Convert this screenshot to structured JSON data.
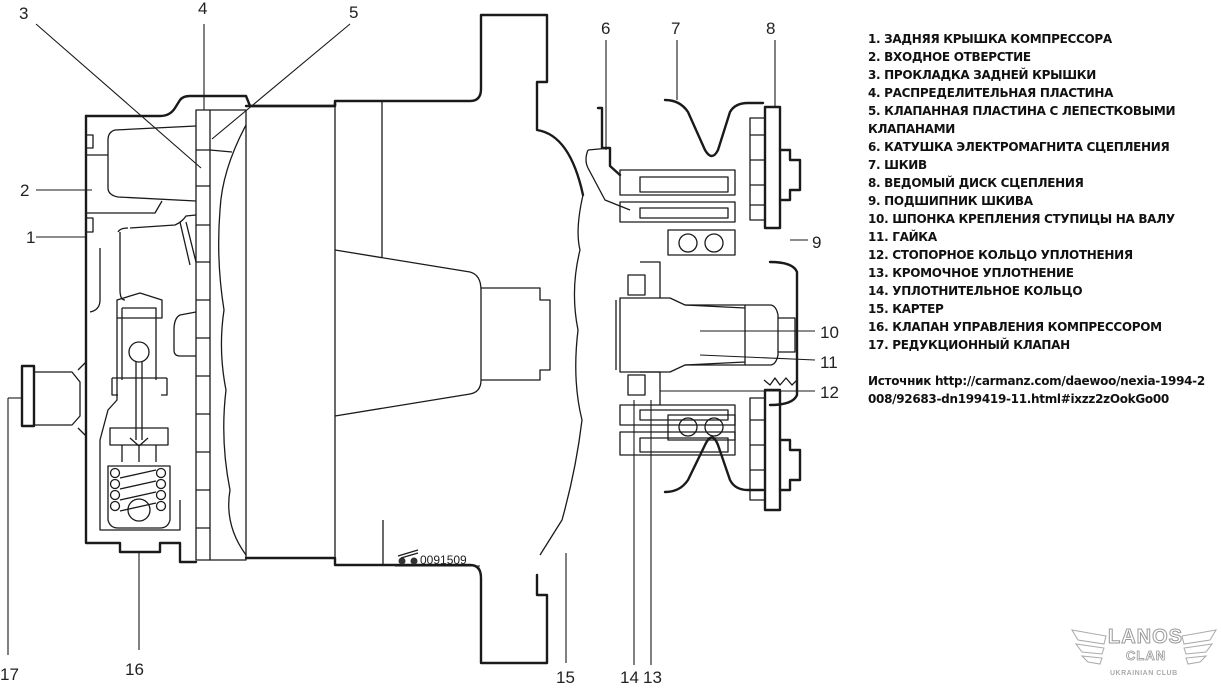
{
  "diagram": {
    "title": "Compressor cross-section",
    "callouts": [
      "1",
      "2",
      "3",
      "4",
      "5",
      "6",
      "7",
      "8",
      "9",
      "10",
      "11",
      "12",
      "13",
      "14",
      "15",
      "16",
      "17"
    ],
    "drawing_code": "0091509"
  },
  "legend": {
    "items": [
      "1. ЗАДНЯЯ КРЫШКА КОМПРЕССОРА",
      "2. ВХОДНОЕ ОТВЕРСТИЕ",
      "3. ПРОКЛАДКА ЗАДНЕЙ КРЫШКИ",
      "4. РАСПРЕДЕЛИТЕЛЬНАЯ ПЛАСТИНА",
      "5. КЛАПАННАЯ ПЛАСТИНА С ЛЕПЕСТКОВЫМИ КЛАПАНАМИ",
      "6. КАТУШКА ЭЛЕКТРОМАГНИТА СЦЕПЛЕНИЯ",
      "7. ШКИВ",
      "8. ВЕДОМЫЙ ДИСК СЦЕПЛЕНИЯ",
      "9. ПОДШИПНИК ШКИВА",
      "10. ШПОНКА КРЕПЛЕНИЯ СТУПИЦЫ НА ВАЛУ",
      "11. ГАЙКА",
      "12. СТОПОРНОЕ КОЛЬЦО УПЛОТНЕНИЯ",
      "13. КРОМОЧНОЕ УПЛОТНЕНИЕ",
      "14. УПЛОТНИТЕЛЬНОЕ КОЛЬЦО",
      "15. КАРТЕР",
      "16. КЛАПАН УПРАВЛЕНИЯ КОМПРЕССОРОМ",
      "17. РЕДУКЦИОННЫЙ КЛАПАН"
    ]
  },
  "source": {
    "label": "Источник",
    "url": "http://carmanz.com/daewoo/nexia-1994-2008/92683-dn199419-11.html#ixzz2zOokGo00"
  },
  "logo": {
    "title": "LANOS",
    "subtitle": "CLAN",
    "tagline": "UKRAINIAN CLUB"
  }
}
